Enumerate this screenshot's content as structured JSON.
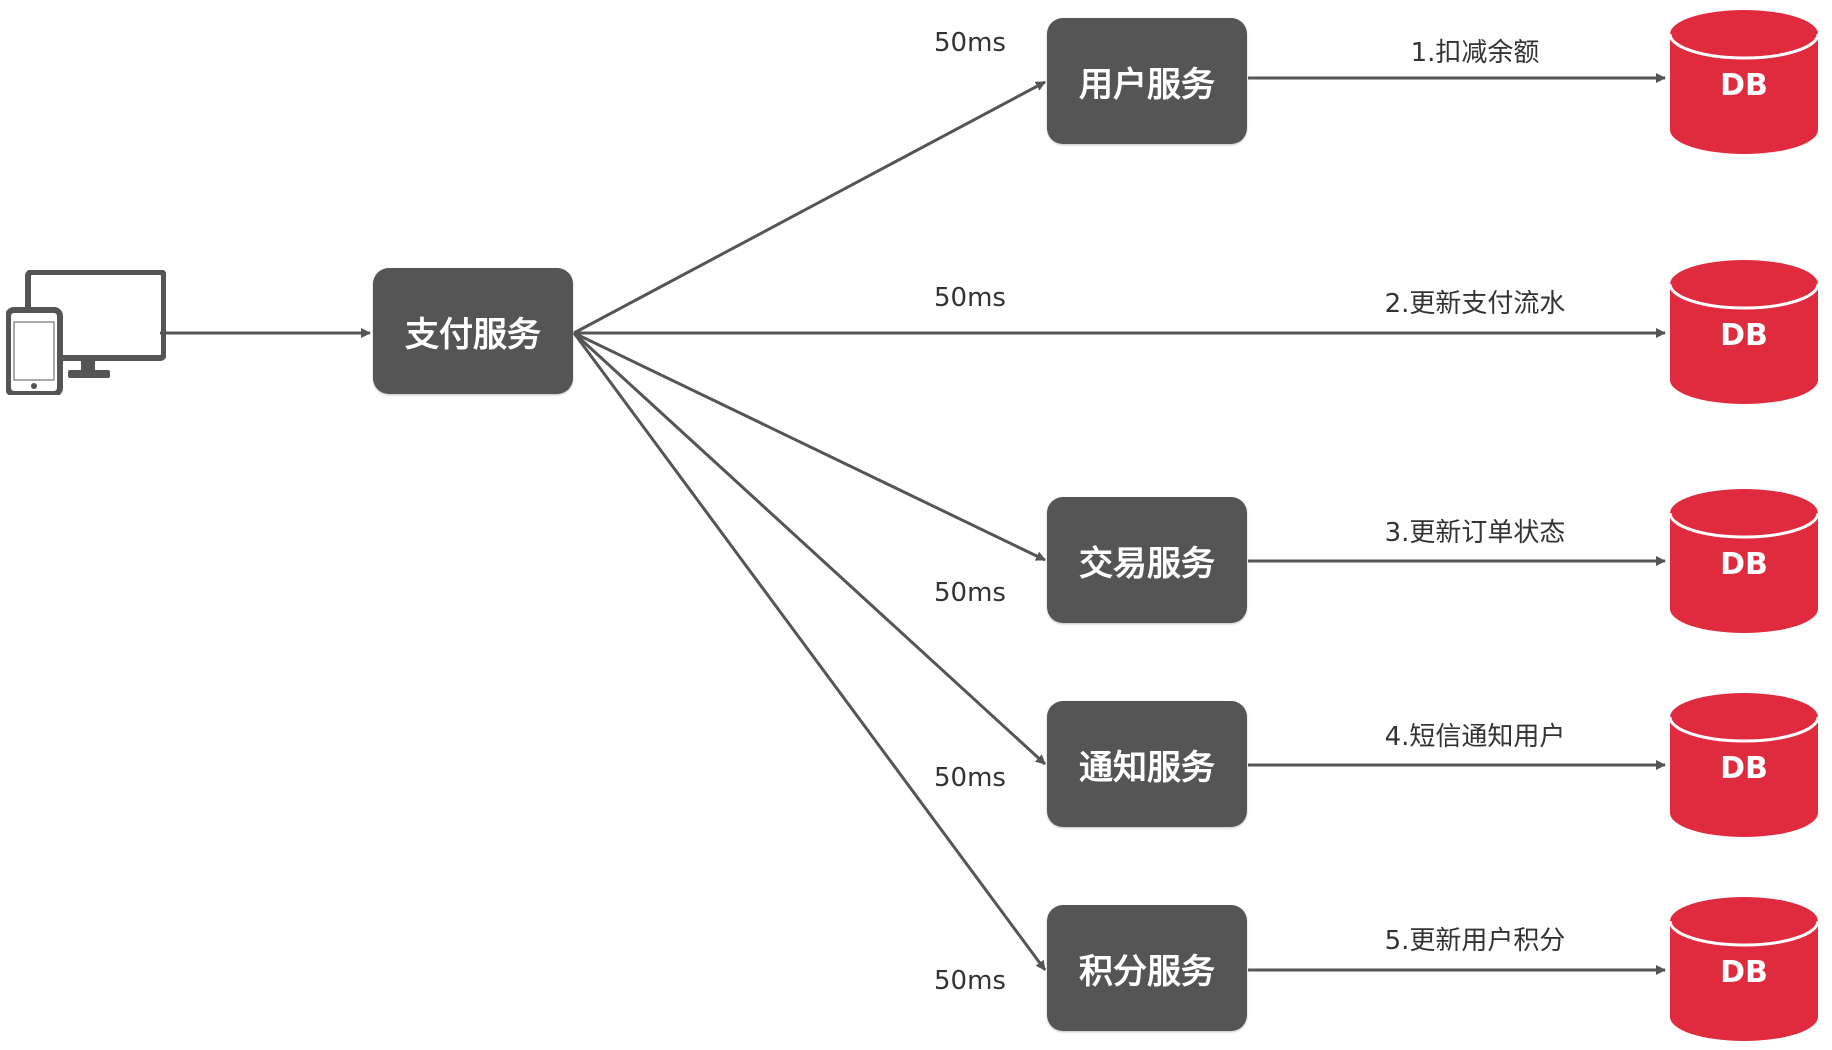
{
  "client": {
    "icon": "devices-icon"
  },
  "payment_service": {
    "label": "支付服务"
  },
  "services": [
    {
      "label": "用户服务",
      "latency": "50ms",
      "step": "1.扣减余额",
      "db": "DB"
    },
    {
      "label": "",
      "latency": "50ms",
      "step": "2.更新支付流水",
      "db": "DB"
    },
    {
      "label": "交易服务",
      "latency": "50ms",
      "step": "3.更新订单状态",
      "db": "DB"
    },
    {
      "label": "通知服务",
      "latency": "50ms",
      "step": "4.短信通知用户",
      "db": "DB"
    },
    {
      "label": "积分服务",
      "latency": "50ms",
      "step": "5.更新用户积分",
      "db": "DB"
    }
  ],
  "colors": {
    "service_box": "#555555",
    "db": "#e02a3e",
    "connector": "#555555",
    "text": "#333333"
  }
}
